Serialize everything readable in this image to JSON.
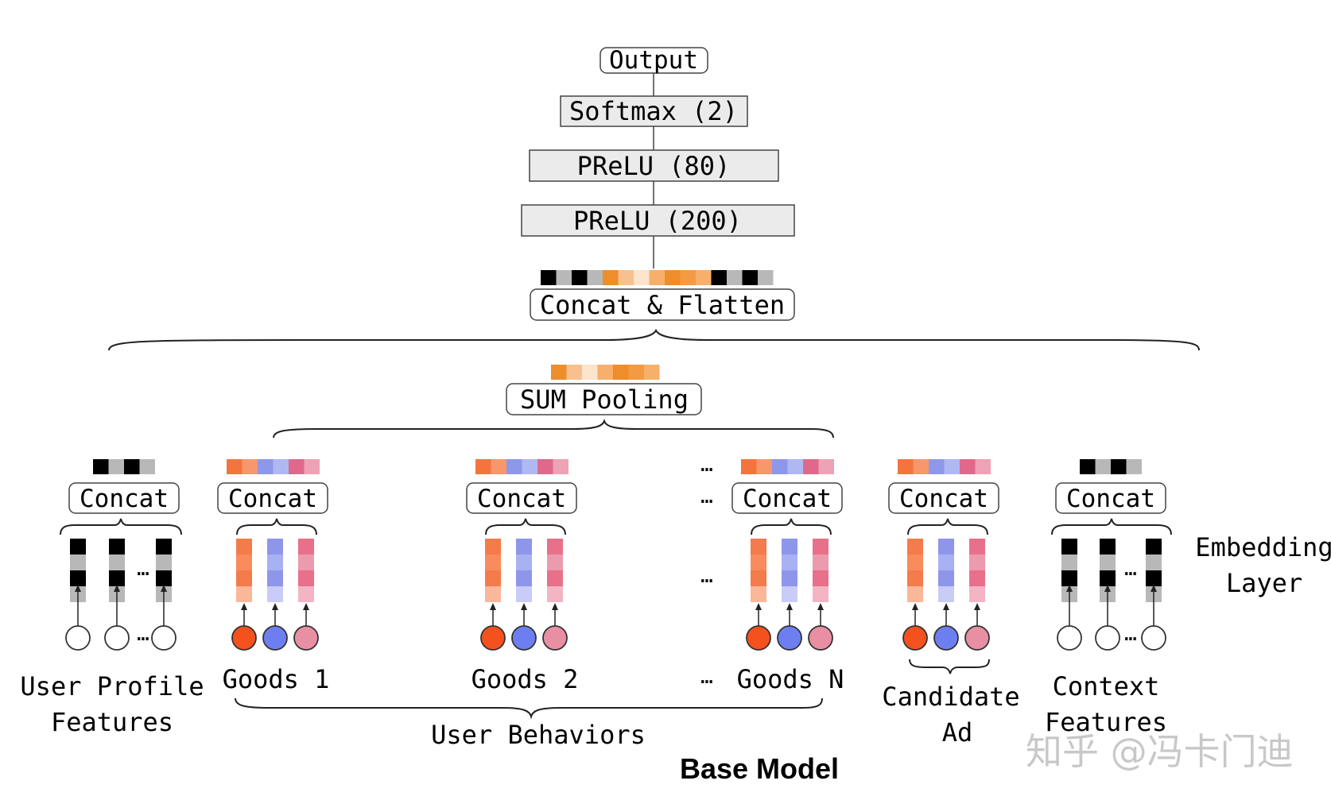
{
  "top": {
    "output": "Output",
    "softmax": "Softmax (2)",
    "prelu80": "PReLU (80)",
    "prelu200": "PReLU (200)",
    "concat_flatten": "Concat & Flatten"
  },
  "sum_pooling": "SUM Pooling",
  "concat": "Concat",
  "ellipsis": "…",
  "groups": {
    "user_profile": [
      "User Profile",
      "Features"
    ],
    "goods1": "Goods 1",
    "goods2": "Goods 2",
    "goodsn": "Goods N",
    "candidate": [
      "Candidate",
      "Ad"
    ],
    "context": [
      "Context",
      "Features"
    ]
  },
  "user_behaviors": "User Behaviors",
  "embedding_layer": [
    "Embedding",
    "Layer"
  ],
  "caption": "Base Model",
  "watermark": "知乎 @冯卡门迪",
  "colors": {
    "black": "#000000",
    "gray": "#b8b8b8",
    "orange1": "#f07f3a",
    "orange2": "#f9a98a",
    "red_dot": "#f4511e",
    "blue_dot": "#6d7ff0",
    "pink_dot": "#e98fa4",
    "orange_emb": [
      "#f47b4a",
      "#f98b5d",
      "#fbb79a"
    ],
    "blue_emb": [
      "#8e96ea",
      "#a8b1f1",
      "#c8ccf7"
    ],
    "pink_emb": [
      "#e8708a",
      "#ec9aae",
      "#f3b5c4"
    ],
    "ad_emb": [
      "#f4743e",
      "#f7976b",
      "#8d98ea",
      "#b0b8f2",
      "#e0688a",
      "#eea2b5"
    ],
    "sum": [
      "#ee8d2c",
      "#f8c08f",
      "#fde4cc",
      "#f6b06c",
      "#ee8d2c",
      "#f29b44",
      "#f6b06c"
    ],
    "flatten": [
      "#000000",
      "#b8b8b8",
      "#000000",
      "#b8b8b8",
      "#ee8d2c",
      "#f8c08f",
      "#fde4cc",
      "#f6b06c",
      "#ee8d2c",
      "#f29b44",
      "#f6b06c",
      "#000000",
      "#b8b8b8",
      "#000000",
      "#b8b8b8"
    ],
    "watermark": "#c8c8c8"
  }
}
